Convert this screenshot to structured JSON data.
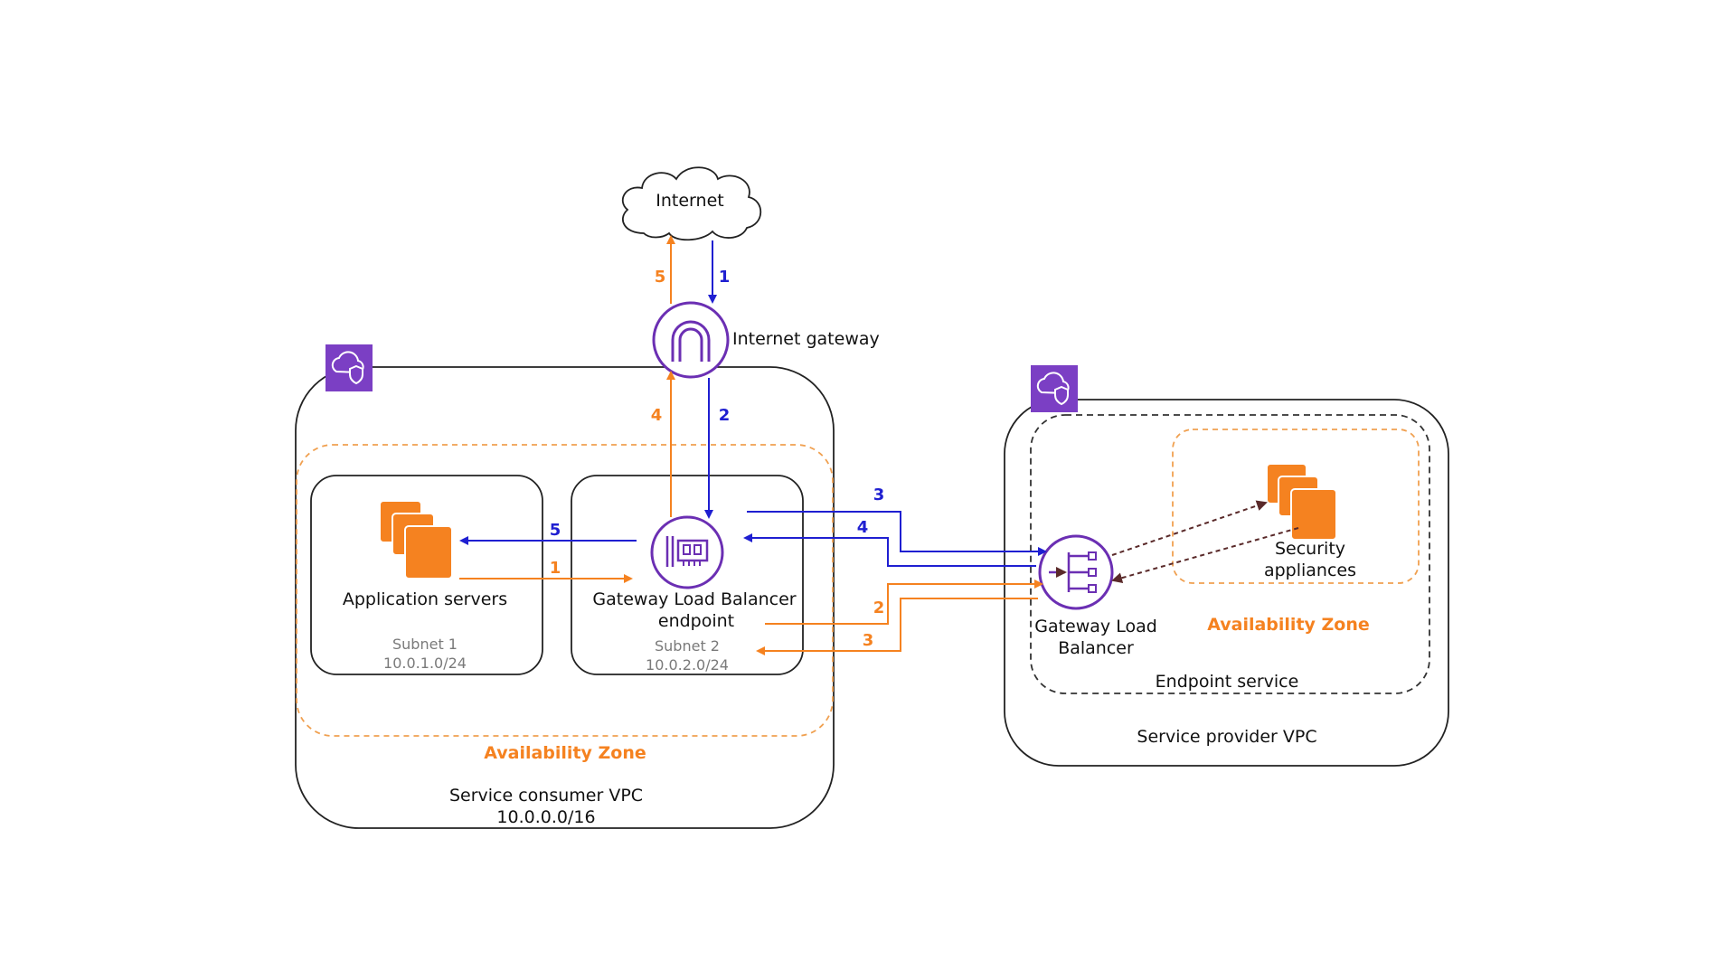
{
  "colors": {
    "blue": "#1f1fd1",
    "orange": "#f58220",
    "purple": "#6b2fb3",
    "vpc_badge": "#7b3fc4",
    "az_border": "#f0a050",
    "arrow_dark": "#5a2a2a"
  },
  "icons": {
    "vpc_badge": "vpc-icon",
    "igw": "internet-gateway-icon",
    "endpoint": "gwlb-endpoint-icon",
    "gwlb": "gateway-load-balancer-icon",
    "servers": "ec2-instances-icon",
    "cloud": "cloud-icon"
  },
  "internet": {
    "label": "Internet"
  },
  "igw": {
    "label": "Internet gateway"
  },
  "consumer": {
    "vpc_label": "Service consumer VPC",
    "vpc_cidr": "10.0.0.0/16",
    "az_label": "Availability Zone",
    "subnet1": {
      "name": "Subnet 1",
      "cidr": "10.0.1.0/24",
      "label": "Application servers"
    },
    "subnet2": {
      "name": "Subnet 2",
      "cidr": "10.0.2.0/24",
      "label_line1": "Gateway Load Balancer",
      "label_line2": "endpoint"
    }
  },
  "provider": {
    "vpc_label": "Service provider VPC",
    "endpoint_service_label": "Endpoint service",
    "az_label": "Availability Zone",
    "gwlb_line1": "Gateway Load",
    "gwlb_line2": "Balancer",
    "security_line1": "Security",
    "security_line2": "appliances"
  },
  "steps": {
    "blue_1_internet_to_igw": "1",
    "orange_5_igw_to_internet": "5",
    "blue_2_igw_to_endpoint": "2",
    "orange_4_endpoint_to_igw": "4",
    "blue_5_endpoint_to_servers": "5",
    "orange_1_servers_to_endpoint": "1",
    "blue_3_endpoint_to_gwlb": "3",
    "blue_4_gwlb_to_endpoint": "4",
    "orange_2_endpoint_to_gwlb": "2",
    "orange_3_gwlb_to_endpoint": "3"
  }
}
